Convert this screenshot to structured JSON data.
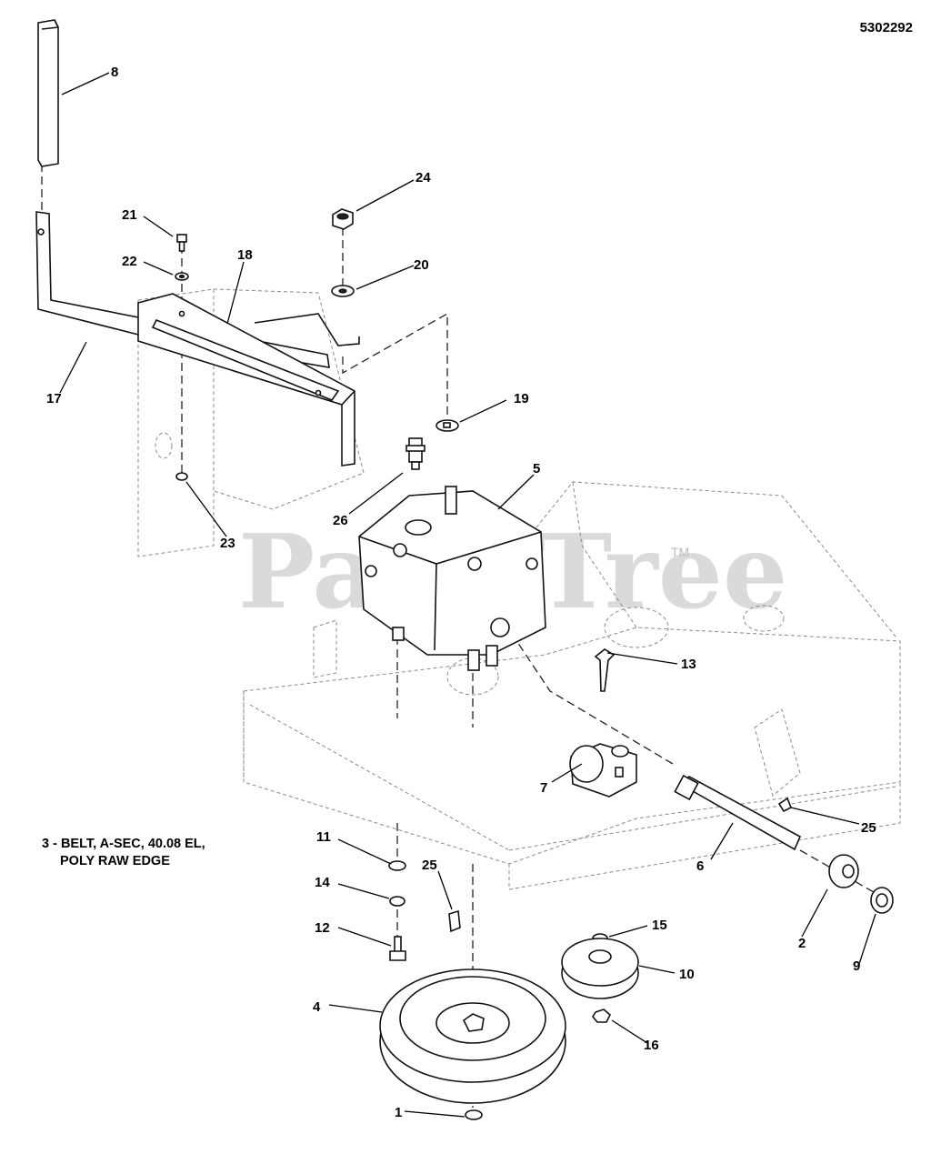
{
  "document_number": "5302292",
  "watermark": {
    "text": "PartsTree",
    "trademark": "TM"
  },
  "note": {
    "line1": "3 - BELT, A-SEC, 40.08 EL,",
    "line2": "POLY RAW EDGE"
  },
  "callouts": [
    "1",
    "2",
    "4",
    "5",
    "6",
    "7",
    "8",
    "9",
    "10",
    "11",
    "12",
    "13",
    "14",
    "15",
    "16",
    "17",
    "18",
    "19",
    "20",
    "21",
    "22",
    "23",
    "24",
    "25",
    "25",
    "26"
  ]
}
